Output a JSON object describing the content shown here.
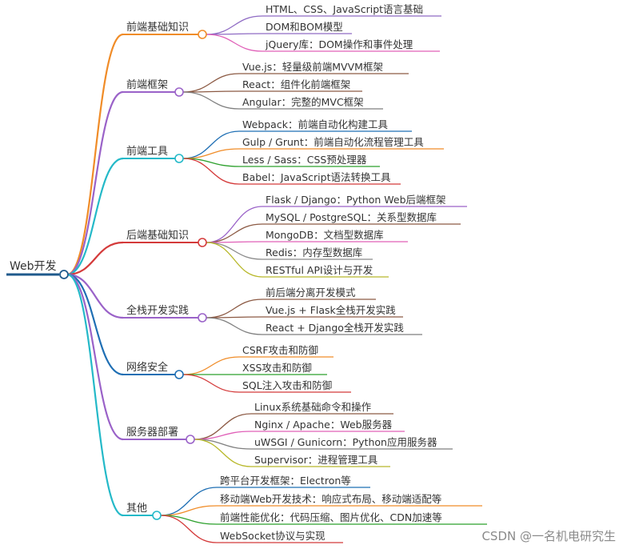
{
  "mindmap": {
    "root": {
      "label": "Web开发",
      "color": "#1f5a8c"
    },
    "branches": [
      {
        "label": "前端基础知识",
        "color": "#f08c28",
        "children": [
          {
            "label": "HTML、CSS、JavaScript语言基础",
            "color": "#8f6bc4"
          },
          {
            "label": "DOM和BOM模型",
            "color": "#8f6bc4"
          },
          {
            "label": "jQuery库：DOM操作和事件处理",
            "color": "#e060b8"
          }
        ]
      },
      {
        "label": "前端框架",
        "color": "#9a62c8",
        "children": [
          {
            "label": "Vue.js：轻量级前端MVVM框架",
            "color": "#8c5a44"
          },
          {
            "label": "React：组件化前端框架",
            "color": "#8c5a44"
          },
          {
            "label": "Angular：完整的MVC框架",
            "color": "#7f7f7f"
          }
        ]
      },
      {
        "label": "前端工具",
        "color": "#24b9c8",
        "children": [
          {
            "label": "Webpack：前端自动化构建工具",
            "color": "#1f6fb4"
          },
          {
            "label": "Gulp / Grunt：前端自动化流程管理工具",
            "color": "#f08c28"
          },
          {
            "label": "Less / Sass：CSS预处理器",
            "color": "#2ca02c"
          },
          {
            "label": "Babel：JavaScript语法转换工具",
            "color": "#d43a3a"
          }
        ]
      },
      {
        "label": "后端基础知识",
        "color": "#d43a3a",
        "children": [
          {
            "label": "Flask / Django：Python Web后端框架",
            "color": "#9a62c8"
          },
          {
            "label": "MySQL / PostgreSQL：关系型数据库",
            "color": "#8c5a44"
          },
          {
            "label": "MongoDB：文档型数据库",
            "color": "#e060b8"
          },
          {
            "label": "Redis：内存型数据库",
            "color": "#8a8a8a"
          },
          {
            "label": "RESTful API设计与开发",
            "color": "#b8b82a"
          }
        ]
      },
      {
        "label": "全栈开发实践",
        "color": "#9a62c8",
        "children": [
          {
            "label": "前后端分离开发模式",
            "color": "#8c5a44"
          },
          {
            "label": "Vue.js + Flask全栈开发实践",
            "color": "#8c5a44"
          },
          {
            "label": "React + Django全栈开发实践",
            "color": "#7f7f7f"
          }
        ]
      },
      {
        "label": "网络安全",
        "color": "#1f6fb4",
        "children": [
          {
            "label": "CSRF攻击和防御",
            "color": "#f08c28"
          },
          {
            "label": "XSS攻击和防御",
            "color": "#2ca02c"
          },
          {
            "label": "SQL注入攻击和防御",
            "color": "#d43a3a"
          }
        ]
      },
      {
        "label": "服务器部署",
        "color": "#9a62c8",
        "children": [
          {
            "label": "Linux系统基础命令和操作",
            "color": "#8c5a44"
          },
          {
            "label": "Nginx / Apache：Web服务器",
            "color": "#e060b8"
          },
          {
            "label": "uWSGI / Gunicorn：Python应用服务器",
            "color": "#7f7f7f"
          },
          {
            "label": "Supervisor：进程管理工具",
            "color": "#b8b82a"
          }
        ]
      },
      {
        "label": "其他",
        "color": "#24b9c8",
        "children": [
          {
            "label": "跨平台开发框架：Electron等",
            "color": "#1f6fb4"
          },
          {
            "label": "移动端Web开发技术：响应式布局、移动端适配等",
            "color": "#f08c28"
          },
          {
            "label": "前端性能优化：代码压缩、图片优化、CDN加速等",
            "color": "#2ca02c"
          },
          {
            "label": "WebSocket协议与实现",
            "color": "#d43a3a"
          }
        ]
      }
    ]
  },
  "watermark": "CSDN @一名机电研究生"
}
